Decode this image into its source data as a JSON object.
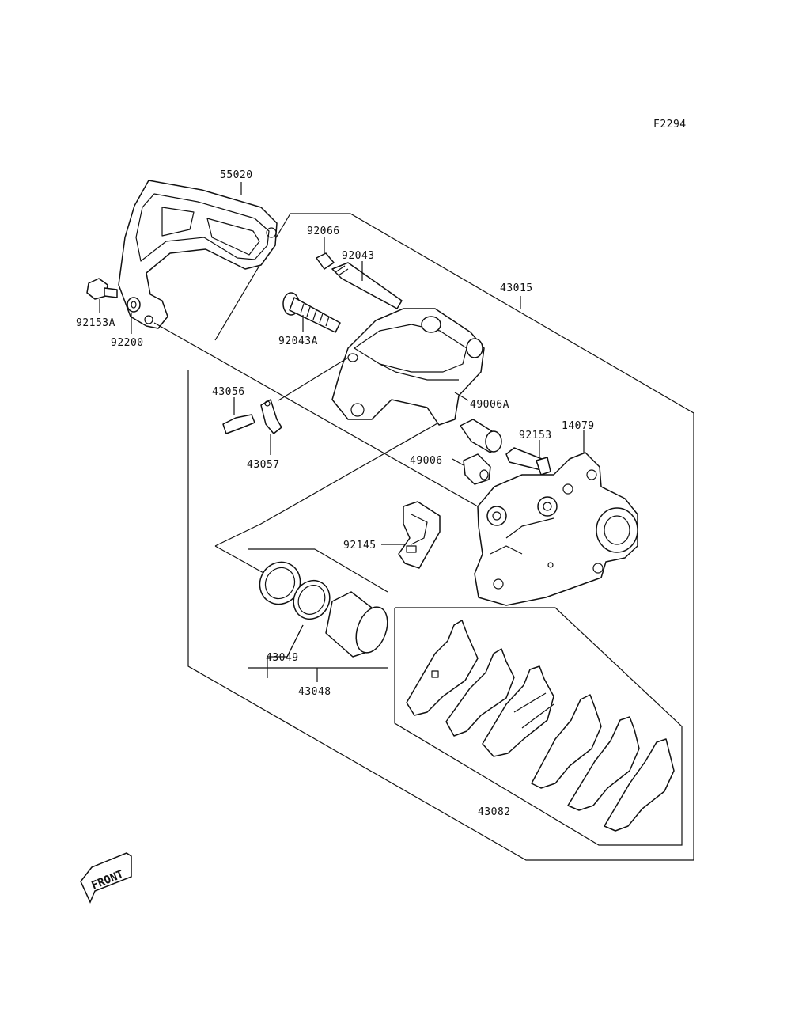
{
  "figure_code": "F2294",
  "front_label": "FRONT",
  "labels": {
    "p55020": "55020",
    "p92066": "92066",
    "p92043": "92043",
    "p43015": "43015",
    "p92153A": "92153A",
    "p92200": "92200",
    "p92043A": "92043A",
    "p43056": "43056",
    "p49006A": "49006A",
    "p14079": "14079",
    "p92153": "92153",
    "p49006": "49006",
    "p43057": "43057",
    "p92145": "92145",
    "p43049": "43049",
    "p43048": "43048",
    "p43082": "43082"
  }
}
